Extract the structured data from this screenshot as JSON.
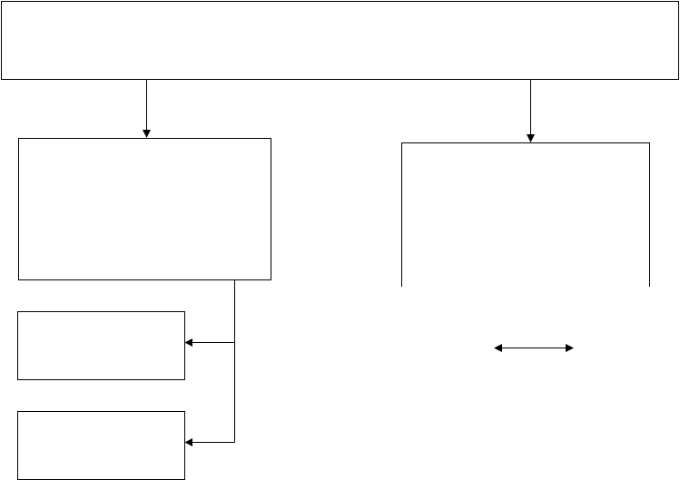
{
  "diagram": {
    "type": "flowchart",
    "nodes": [
      {
        "id": "top-box",
        "text": ""
      },
      {
        "id": "left-box",
        "text": ""
      },
      {
        "id": "right-box",
        "text": "",
        "bottom_open": true
      },
      {
        "id": "lower-left-box-1",
        "text": ""
      },
      {
        "id": "lower-left-box-2",
        "text": ""
      }
    ],
    "edges": [
      {
        "from": "top-box",
        "to": "left-box"
      },
      {
        "from": "top-box",
        "to": "right-box"
      },
      {
        "from": "left-box",
        "to": "lower-left-box-1"
      },
      {
        "from": "left-box",
        "to": "lower-left-box-2"
      },
      {
        "type": "bidirectional-arrow",
        "from": "",
        "to": ""
      }
    ],
    "colors": {
      "stroke": "#000000",
      "background": "#ffffff"
    }
  }
}
